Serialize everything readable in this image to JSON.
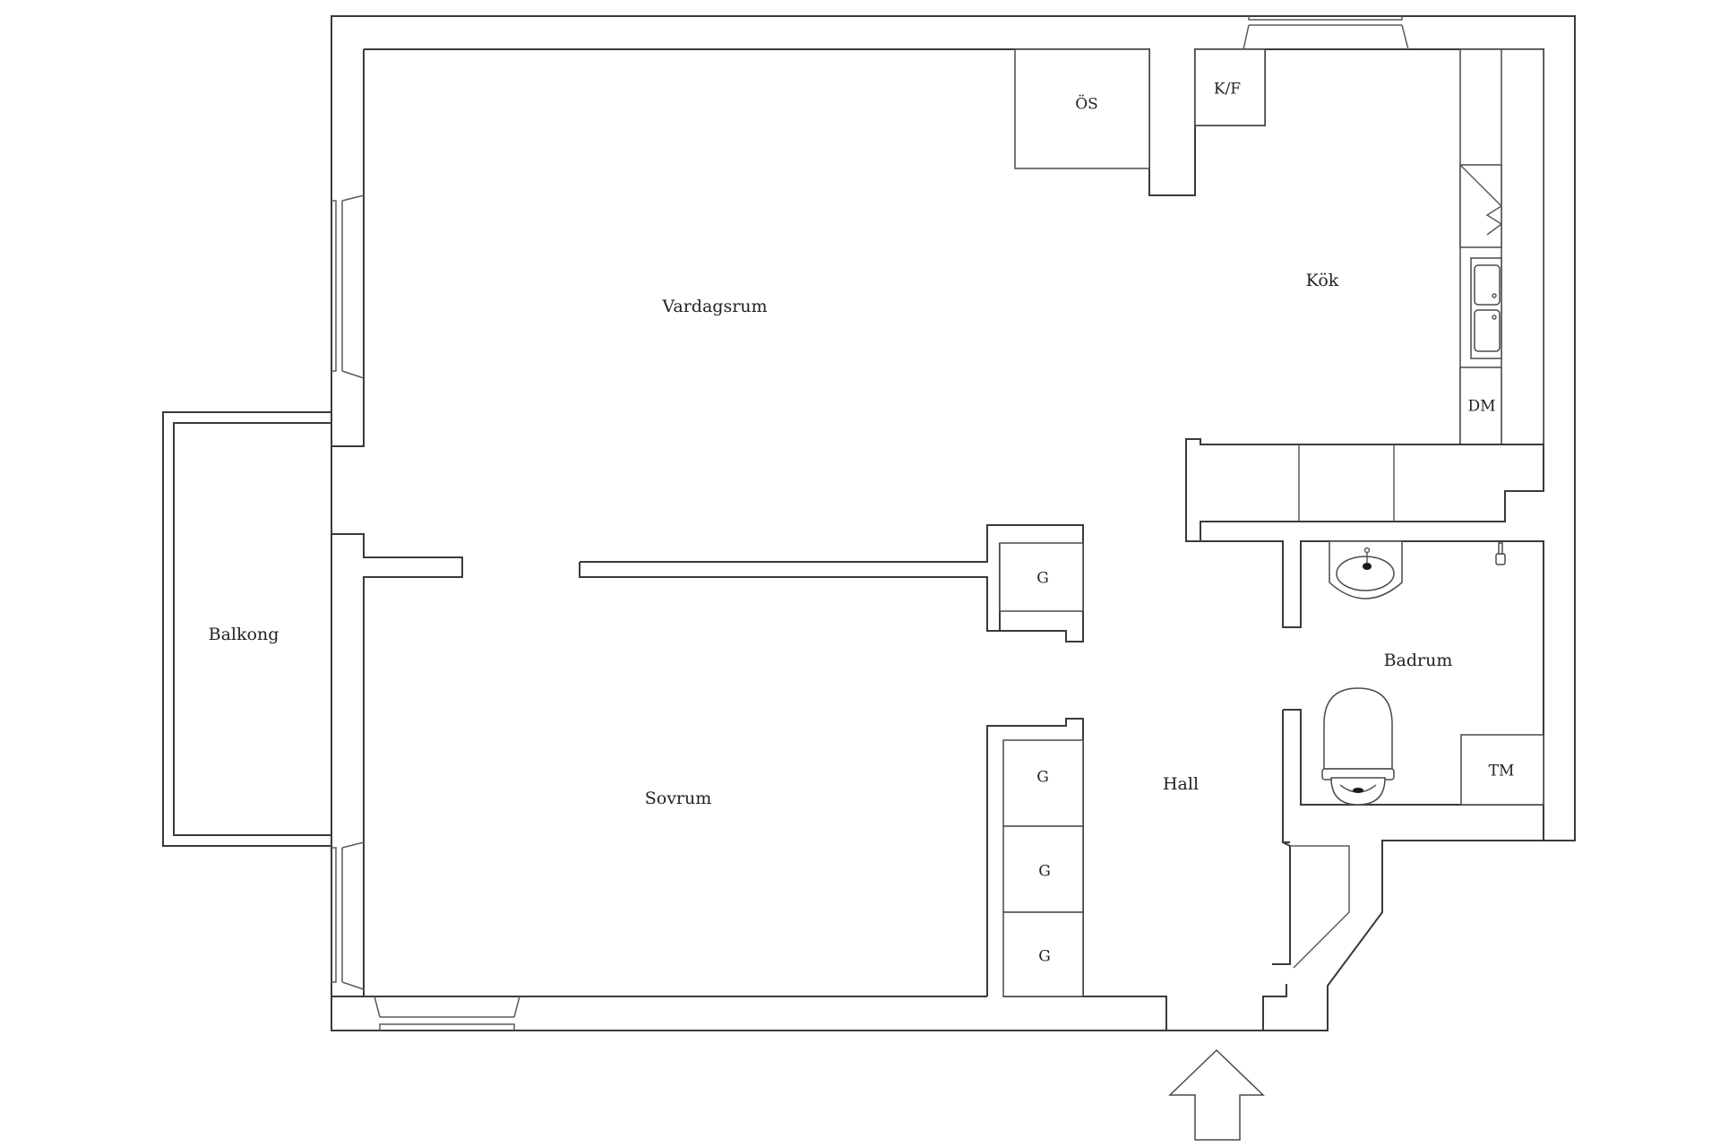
{
  "rooms": {
    "vardagsrum": "Vardagsrum",
    "kok": "Kök",
    "sovrum": "Sovrum",
    "hall": "Hall",
    "badrum": "Badrum",
    "balkong": "Balkong"
  },
  "fixtures": {
    "os": "ÖS",
    "kf": "K/F",
    "dm": "DM",
    "tm": "TM",
    "wardrobe_upper": "G",
    "wardrobe_1": "G",
    "wardrobe_2": "G",
    "wardrobe_3": "G"
  },
  "icons": {
    "entrance": "entrance-arrow-icon",
    "toilet": "toilet-icon",
    "washbasin": "washbasin-icon",
    "sink": "kitchen-sink-icon",
    "stove": "stove-icon"
  }
}
